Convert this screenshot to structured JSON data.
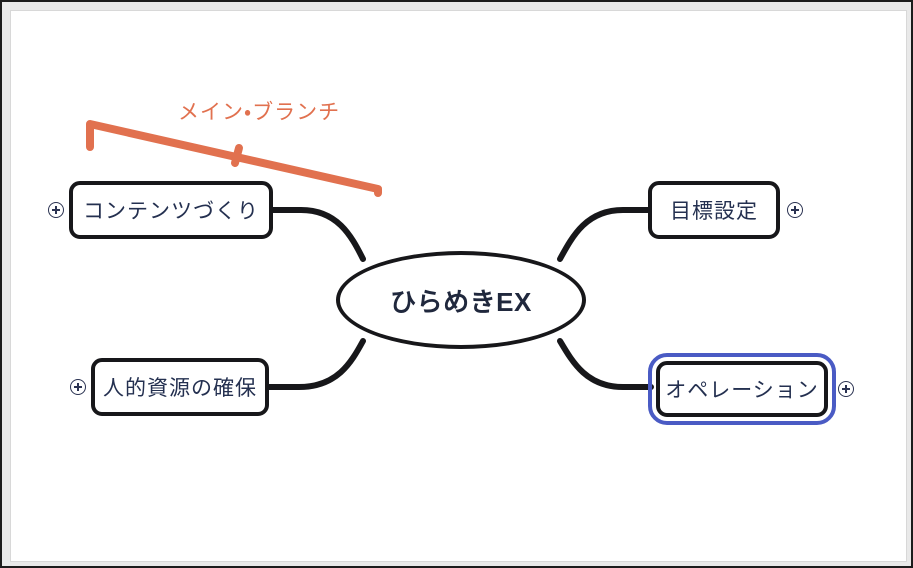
{
  "diagram": {
    "type": "mind-map",
    "background_color": "#ffffff",
    "frame_color": "#1c1c1c",
    "node_border_color": "#17171a",
    "text_color": "#243050",
    "selection_color": "#4a5bc4",
    "annotation_color": "#e1714f",
    "center": {
      "label": "ひらめきEX"
    },
    "branches": [
      {
        "id": "content-creation",
        "label": "コンテンツづくり",
        "position": "top-left",
        "selected": false,
        "expander": "plus-icon"
      },
      {
        "id": "goal-setting",
        "label": "目標設定",
        "position": "top-right",
        "selected": false,
        "expander": "plus-icon"
      },
      {
        "id": "human-resources",
        "label": "人的資源の確保",
        "position": "bottom-left",
        "selected": false,
        "expander": "plus-icon"
      },
      {
        "id": "operations",
        "label": "オペレーション",
        "position": "bottom-right",
        "selected": true,
        "expander": "plus-icon"
      }
    ],
    "annotation": {
      "label": "メイン・ブランチ",
      "shape": "bracket-pointer"
    }
  }
}
